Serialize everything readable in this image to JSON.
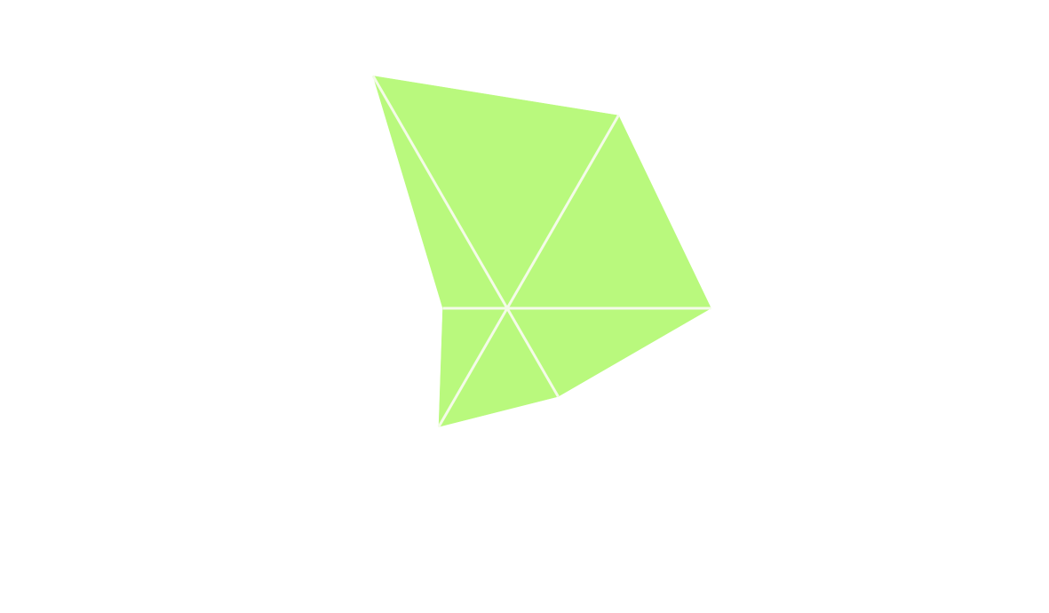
{
  "chart_data": {
    "type": "radar",
    "axes_count": 6,
    "values": [
      100,
      83,
      76,
      38,
      51,
      24
    ],
    "rmax": 100,
    "grid": false,
    "legend": "none",
    "fill_color": "#b9f97d",
    "axis_line_color": "#f4fbe8"
  }
}
